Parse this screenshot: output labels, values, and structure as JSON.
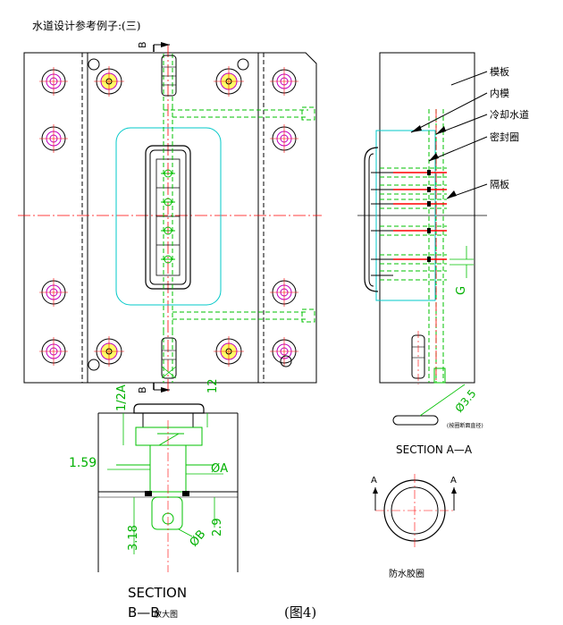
{
  "title": "水道设计参考例子:(三)",
  "labels": {
    "mold_plate": "模板",
    "inner_mold": "内模",
    "cooling_channel": "冷却水道",
    "seal_ring": "密封圈",
    "baffle": "隔板",
    "anti_water_ring": "防水胶圈",
    "section_aa": "SECTION A—A",
    "section_bb_1": "SECTION",
    "section_bb_2": "B—B",
    "bb_suffix": "放大图",
    "figure_number": "(图4)",
    "ring_note": "(按圈断面直径)",
    "cut_b": "B",
    "cut_a": "A"
  },
  "dimensions": {
    "half_a": "1/2A",
    "twelve": "12",
    "d159": "1.59",
    "phi_a": "ØA",
    "d318": "3.18",
    "d29": "2.9",
    "phi_b": "ØB",
    "phi35": "Ø3.5",
    "g": "G"
  },
  "colors": {
    "outline": "#000000",
    "water_channel": "#00c000",
    "cavity": "#00c8c8",
    "bolt": "#c000c0",
    "center_line": "#ff0000",
    "pin_fill": "#ffff00"
  }
}
